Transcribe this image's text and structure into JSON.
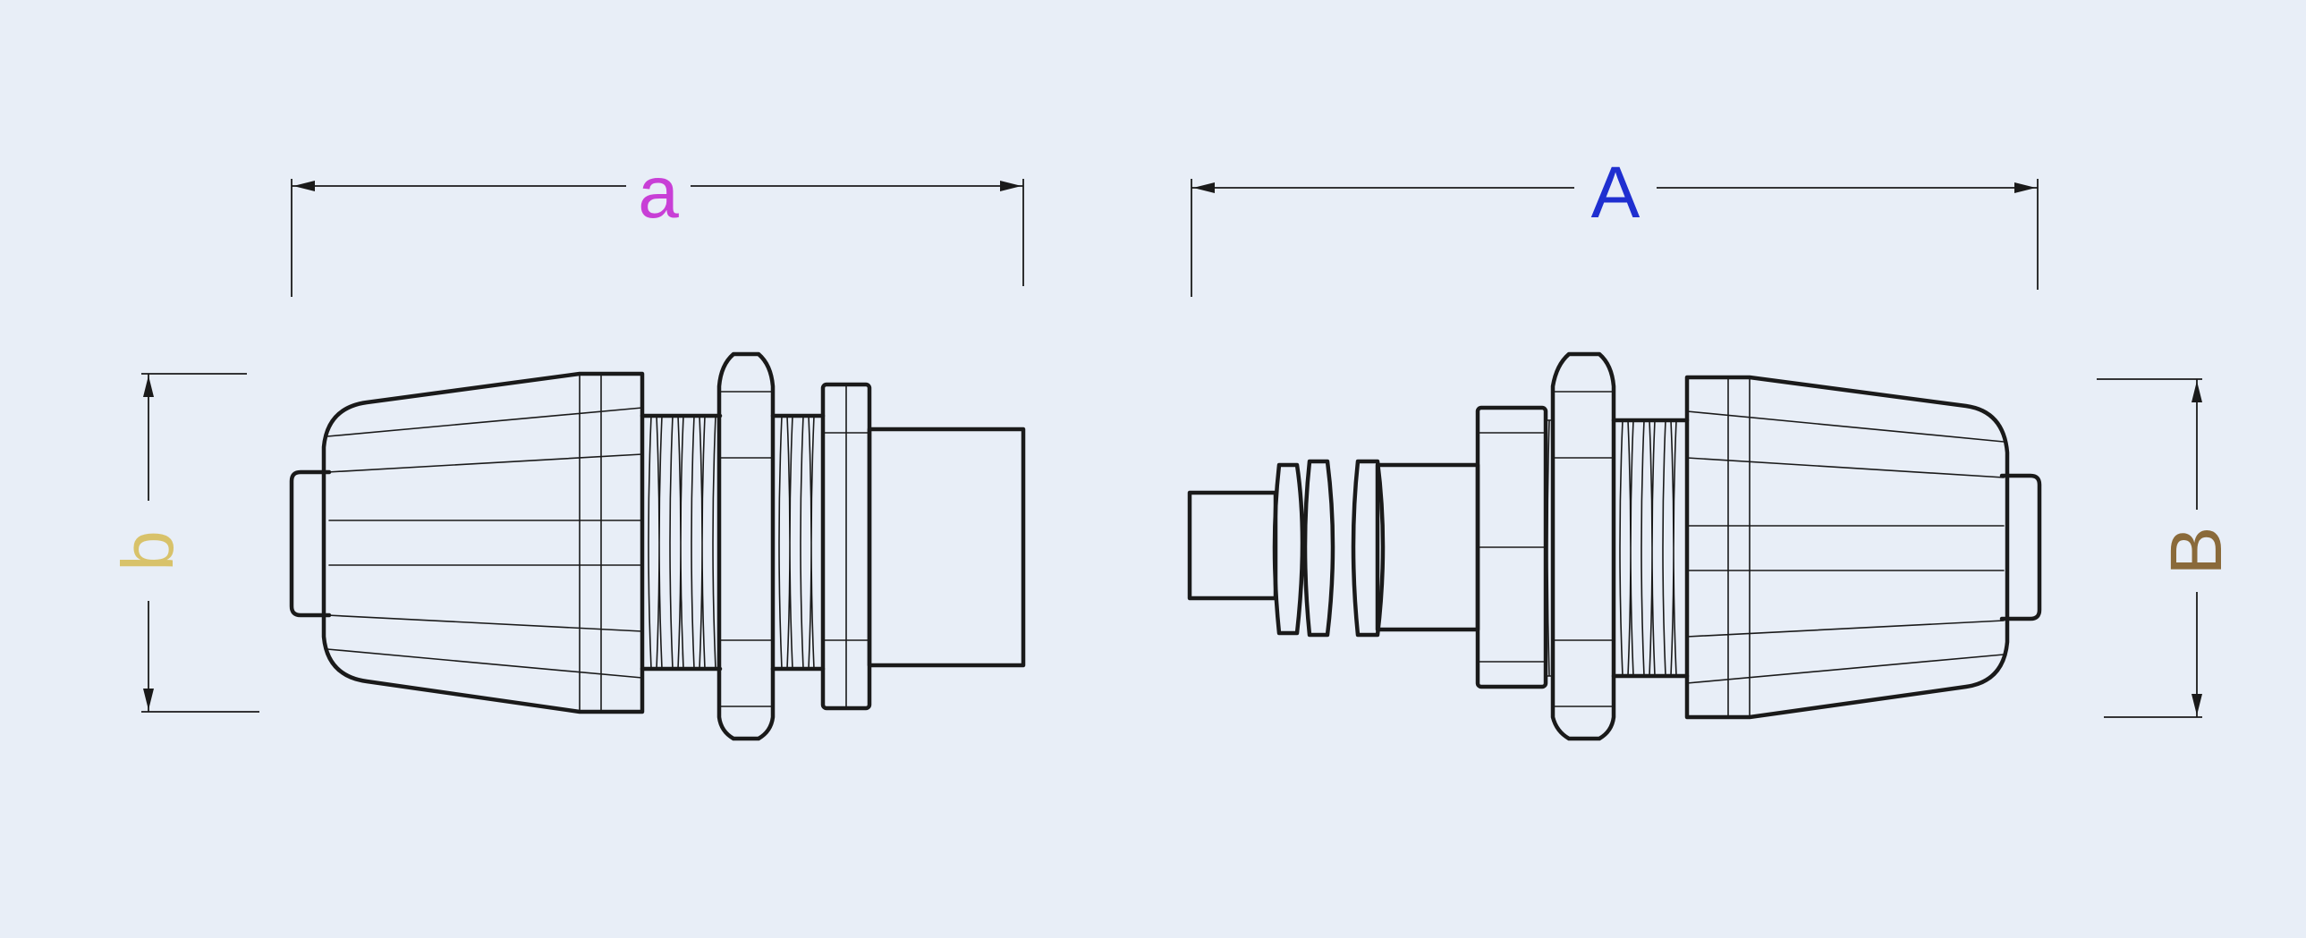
{
  "dimensions": {
    "left_length": {
      "label": "a",
      "color": "#c83fd6"
    },
    "left_height": {
      "label": "b",
      "color": "#d8c26a"
    },
    "right_length": {
      "label": "A",
      "color": "#1f2fd0"
    },
    "right_height": {
      "label": "B",
      "color": "#8a6a3a"
    }
  },
  "colors": {
    "background": "#e8eef7",
    "outline": "#1a1a1a"
  },
  "parts": {
    "left": "bulkhead-connector-left-view",
    "right": "bulkhead-connector-right-view"
  }
}
